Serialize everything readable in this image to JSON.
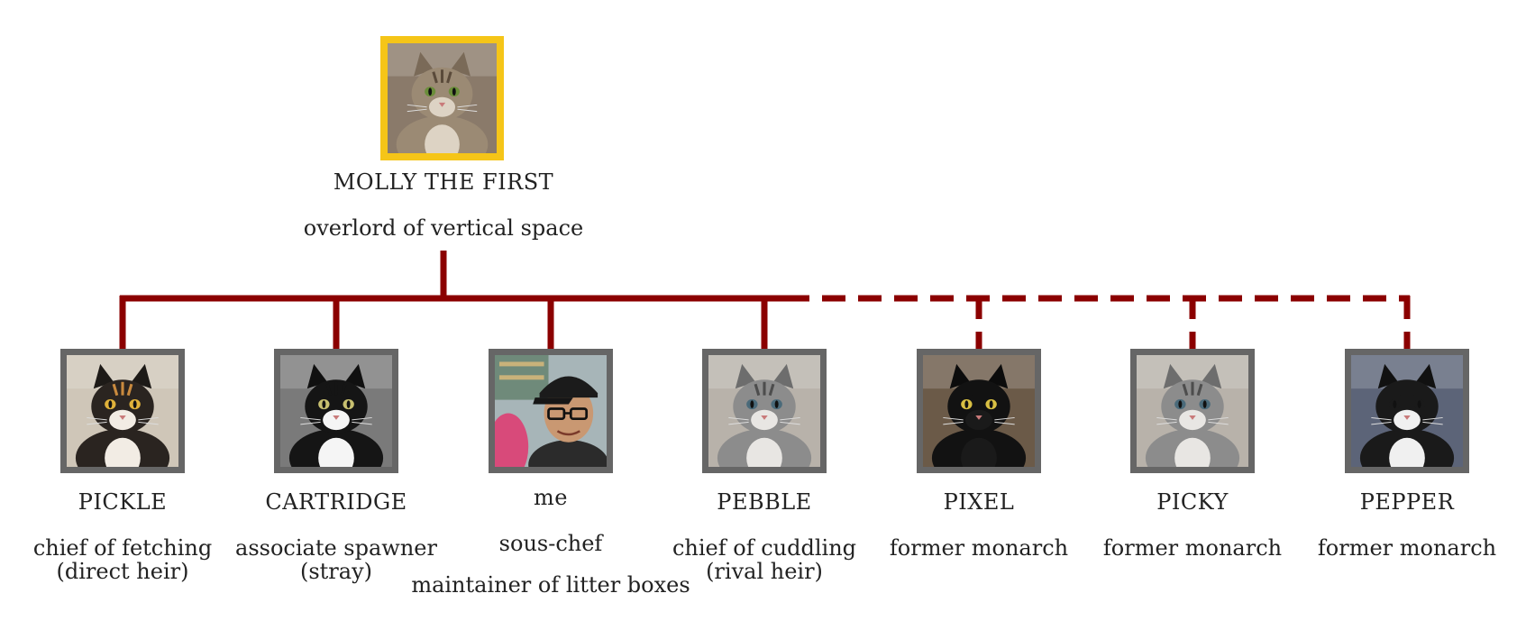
{
  "colors": {
    "line": "#8b0000",
    "root_frame": "#f5c518",
    "child_frame": "#666666"
  },
  "root": {
    "name": "MOLLY THE FIRST",
    "title": [
      "overlord of vertical space"
    ],
    "icon": "cat-tabby-icon"
  },
  "children": [
    {
      "name": "PICKLE",
      "title": [
        "chief of fetching",
        "(direct heir)"
      ],
      "icon": "cat-calico-icon",
      "link": "solid"
    },
    {
      "name": "CARTRIDGE",
      "title": [
        "associate spawner",
        "(stray)"
      ],
      "icon": "cat-tuxedo-icon",
      "link": "solid"
    },
    {
      "name": "me",
      "title": [
        "sous-chef",
        "maintainer of litter boxes"
      ],
      "icon": "person-with-cap-icon",
      "link": "solid"
    },
    {
      "name": "PEBBLE",
      "title": [
        "chief of cuddling",
        "(rival heir)"
      ],
      "icon": "kitten-tabby-icon",
      "link": "solid"
    },
    {
      "name": "PIXEL",
      "title": [
        "former monarch"
      ],
      "icon": "cat-black-icon",
      "link": "dashed"
    },
    {
      "name": "PICKY",
      "title": [
        "former monarch"
      ],
      "icon": "kitten-tabby-icon",
      "link": "dashed"
    },
    {
      "name": "PEPPER",
      "title": [
        "former monarch"
      ],
      "icon": "kitten-black-icon",
      "link": "dashed"
    }
  ]
}
